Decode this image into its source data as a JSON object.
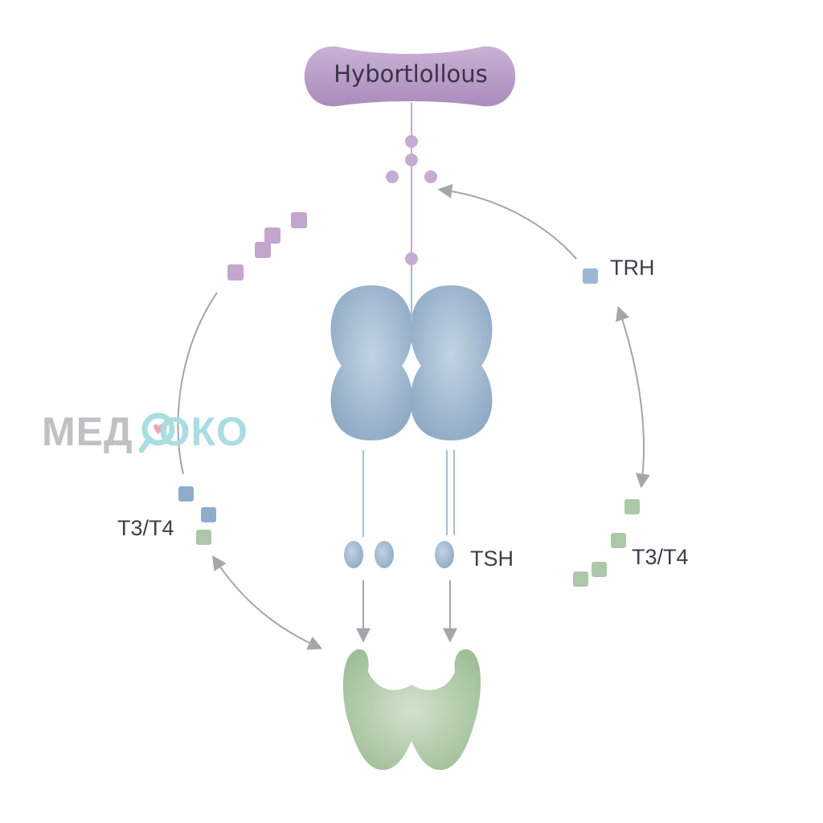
{
  "diagram": {
    "title": "Hybortlollous",
    "labels": {
      "trh": "TRH",
      "tsh": "TSH",
      "t3t4_left": "T3/T4",
      "t3t4_right": "T3/T4"
    },
    "watermark": {
      "part1": "МЕД",
      "part2": "ОКО"
    },
    "colors": {
      "hypothalamus": "#b59cc4",
      "pituitary": "#98b3cc",
      "thyroid": "#a9c7a2",
      "arrow": "#a7a9ad",
      "trh_square": "#9cb7d6",
      "t3t4_square": "#adc8a8",
      "purple_square": "#c4a8cc"
    }
  }
}
